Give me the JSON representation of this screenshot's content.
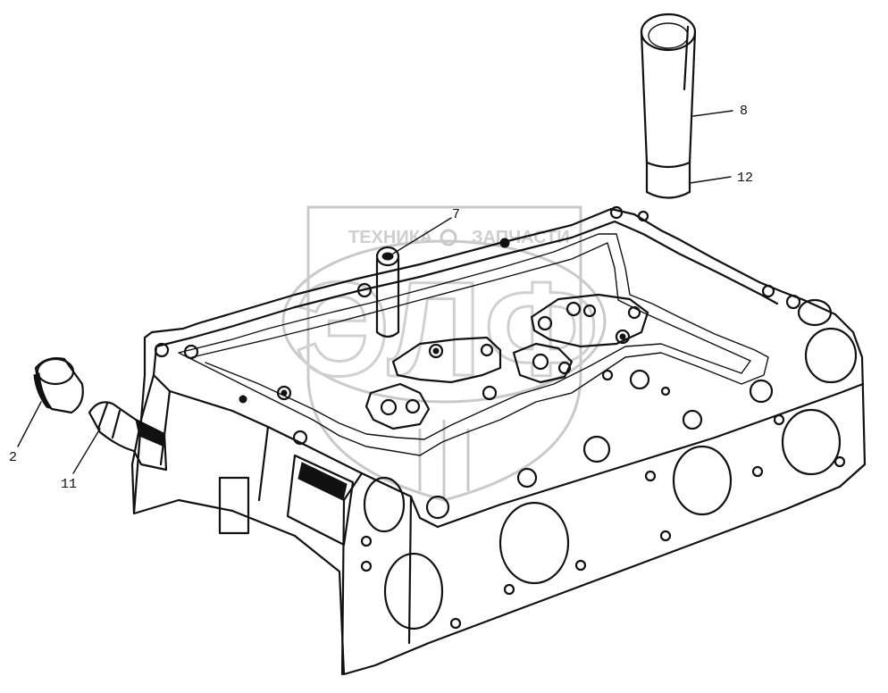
{
  "watermark": {
    "brand_left": "ТЕХНИКА",
    "brand_right": "ЗАПЧАСТИ",
    "logo_letters": "ЭЛФ",
    "color": "#cfcfcf"
  },
  "callouts": [
    {
      "id": "c7",
      "label": "7",
      "part": "stud"
    },
    {
      "id": "c8",
      "label": "8",
      "part": "sleeve-tube"
    },
    {
      "id": "c12",
      "label": "12",
      "part": "tube-seal-ring"
    },
    {
      "id": "c2",
      "label": "2",
      "part": "plug-cap"
    },
    {
      "id": "c11",
      "label": "11",
      "part": "fitting-tube"
    }
  ],
  "line_color": "#111111"
}
